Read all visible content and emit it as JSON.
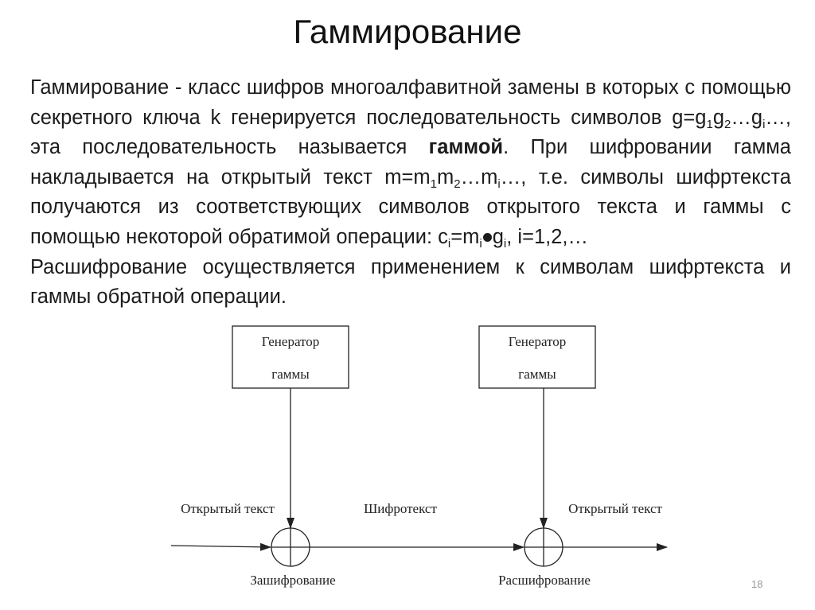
{
  "slide": {
    "title": "Гаммирование",
    "page_number": "18"
  },
  "paragraph1": {
    "s1": "Гаммирование - класс шифров многоалфавитной замены в которых с помощью секретного ключа k генерируется последовательность символов g=g",
    "s1_sub1": "1",
    "s2": "g",
    "s2_sub2": "2",
    "s3": "…g",
    "s3_subi": "i",
    "s4": "…, эта последовательность называется ",
    "bold_term": "гаммой",
    "s5": ". При шифровании гамма накладывается на открытый текст m=m",
    "s5_sub1": "1",
    "s6": "m",
    "s6_sub2": "2",
    "s7": "…m",
    "s7_subi": "i",
    "s8": "…, т.е. символы шифртекста получаются из соответствующих символов открытого текста и гаммы с помощью некоторой обратимой операции: c",
    "s8_subi": "i",
    "s9": "=m",
    "s9_subi": "i",
    "s10": "g",
    "s10_subi": "i",
    "s11": ", i=1,2,…"
  },
  "paragraph2": {
    "text": "Расшифрование осуществляется применением к символам шифртекста и гаммы обратной операции."
  },
  "diagram": {
    "generator_left": {
      "line1": "Генератор",
      "line2": "гаммы"
    },
    "generator_right": {
      "line1": "Генератор",
      "line2": "гаммы"
    },
    "label_plaintext_in": "Открытый текст",
    "label_ciphertext": "Шифротекст",
    "label_plaintext_out": "Открытый текст",
    "label_encrypt": "Зашифрование",
    "label_decrypt": "Расшифрование"
  },
  "colors": {
    "text": "#1c1c1c",
    "diagram_line": "#222222",
    "page_number": "#9a9a9a"
  }
}
